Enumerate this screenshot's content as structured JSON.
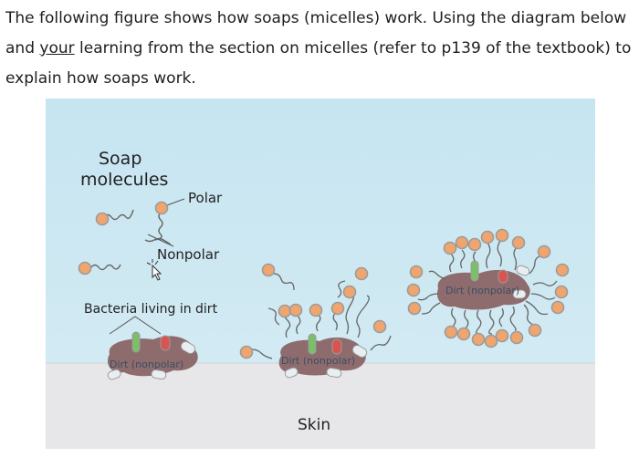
{
  "question": {
    "part1": "The following figure shows how soaps (micelles) work. Using the diagram below and ",
    "underlined": "your",
    "part2": " learning from the section on micelles (refer to p139 of the textbook) to explain how soaps work."
  },
  "figure": {
    "soap_molecules_line1": "Soap",
    "soap_molecules_line2": "molecules",
    "polar": "Polar",
    "nonpolar": "Nonpolar",
    "bacteria": "Bacteria living in dirt",
    "dirt_1": "Dirt (nonpolar)",
    "dirt_2": "Dirt (nonpolar)",
    "dirt_3": "Dirt (nonpolar)",
    "skin": "Skin",
    "colors": {
      "water": "#c2e2ef",
      "skin": "#e8e8eb",
      "dirt": "#8e6c6d",
      "soap_head": "#f0a56e",
      "bacteria_green": "#7bbf69",
      "bacteria_red": "#d95450",
      "bacteria_white": "#e9eef3"
    }
  }
}
